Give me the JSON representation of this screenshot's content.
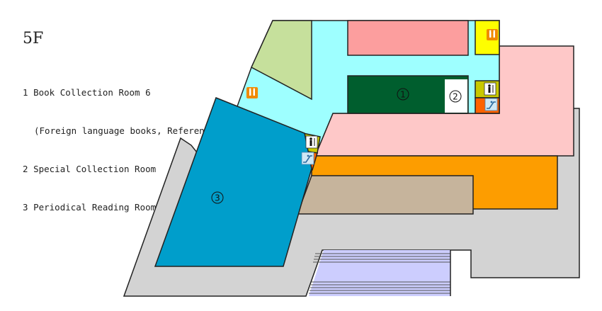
{
  "floor": "5F",
  "legend": [
    {
      "num": "1",
      "label": "Book Collection Room 6",
      "sub": "(Foreign language books, Reference books)"
    },
    {
      "num": "2",
      "label": "Special Collection Room"
    },
    {
      "num": "3",
      "label": "Periodical Reading Room"
    }
  ],
  "markers": {
    "room1": "1",
    "room2": "2",
    "room3": "3"
  },
  "colors": {
    "outer": "#d3d3d3",
    "corridor": "#9effff",
    "green_light": "#c6e09c",
    "pink_top": "#fc9e9e",
    "pink_right": "#fec8c8",
    "green_dark": "#005e2e",
    "orange": "#fd9d00",
    "tan": "#c6b49c",
    "blue": "#009ecb",
    "yellow": "#fefe00",
    "olive": "#c8c800",
    "orange_red": "#fe6200",
    "stairs": "#cccdfe"
  },
  "icons": [
    "restroom-icon",
    "elevator-icon",
    "escalator-icon"
  ]
}
